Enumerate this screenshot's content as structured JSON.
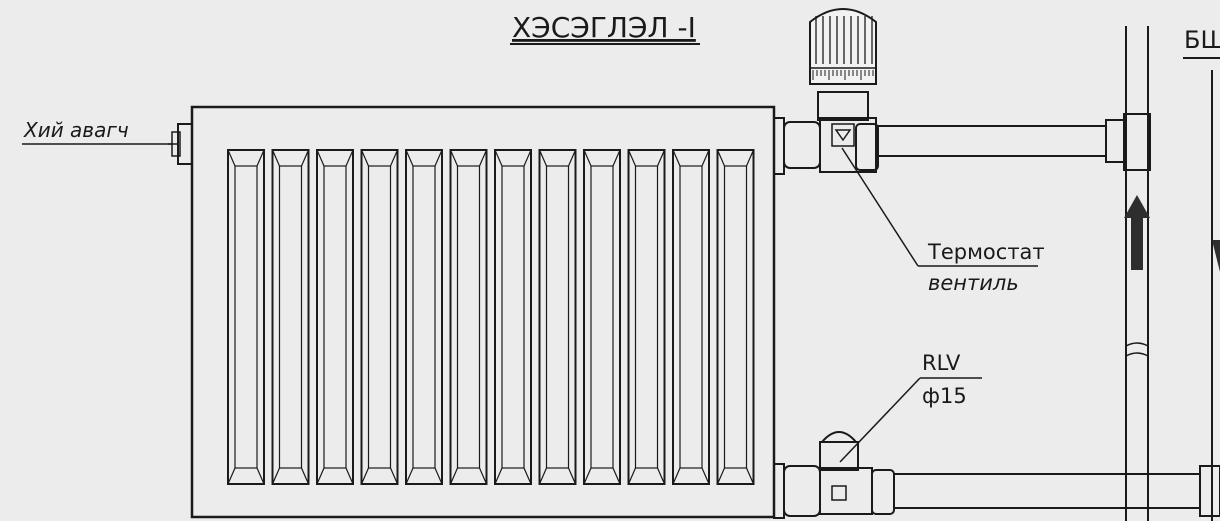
{
  "title": "ХЭСЭГЛЭЛ -I",
  "corner_label": "БШ",
  "labels": {
    "air_vent": "Хий авагч",
    "thermostat_line1": "Термостат",
    "thermostat_line2": "вентиль",
    "rlv_line1": "RLV",
    "rlv_line2": "ф15"
  },
  "colors": {
    "paper": "#ececec",
    "ink": "#1a1a1a",
    "arrow": "#2e2e2e"
  }
}
